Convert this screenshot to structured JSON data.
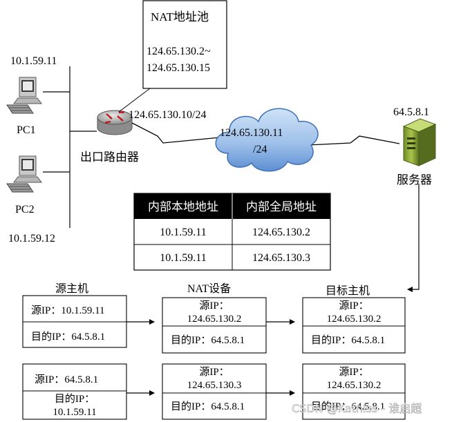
{
  "pool": {
    "title": "NAT地址池",
    "range_start": "124.65.130.2~",
    "range_end": "124.65.130.15"
  },
  "pc1": {
    "ip": "10.1.59.11",
    "label": "PC1"
  },
  "pc2": {
    "ip": "10.1.59.12",
    "label": "PC2"
  },
  "router": {
    "label": "出口路由器",
    "ip": "124.65.130.10/24"
  },
  "cloud": {
    "ip_line1": "124.65.130.11",
    "ip_line2": "/24"
  },
  "server": {
    "ip": "64.5.8.1",
    "label": "服务器"
  },
  "nat_table": {
    "headers": [
      "内部本地地址",
      "内部全局地址"
    ],
    "rows": [
      [
        "10.1.59.11",
        "124.65.130.2"
      ],
      [
        "10.1.59.11",
        "124.65.130.3"
      ]
    ]
  },
  "flow_labels": {
    "source_host": "源主机",
    "nat_device": "NAT设备",
    "target_host": "目标主机"
  },
  "row1": {
    "src": {
      "top": "源IP：10.1.59.11",
      "bottom": "目的IP：64.5.8.1"
    },
    "nat": {
      "top_1": "源IP：",
      "top_2": "124.65.130.2",
      "bottom": "目的IP：64.5.8.1"
    },
    "dst": {
      "top_1": "源IP：",
      "top_2": "124.65.130.2",
      "bottom": "目的IP：64.5.8.1"
    }
  },
  "row2": {
    "src": {
      "top": "源IP：64.5.8.1",
      "bottom_1": "目的IP：",
      "bottom_2": "10.1.59.11"
    },
    "nat": {
      "top_1": "源IP：",
      "top_2": "124.65.130.3",
      "bottom": "目的IP：64.5.8.1"
    },
    "dst": {
      "top_1": "源IP：",
      "top_2": "124.65.130.2",
      "bottom": "目的IP：64.5.8.1"
    }
  },
  "watermark": "CSDN @Katniss - 谁启超"
}
